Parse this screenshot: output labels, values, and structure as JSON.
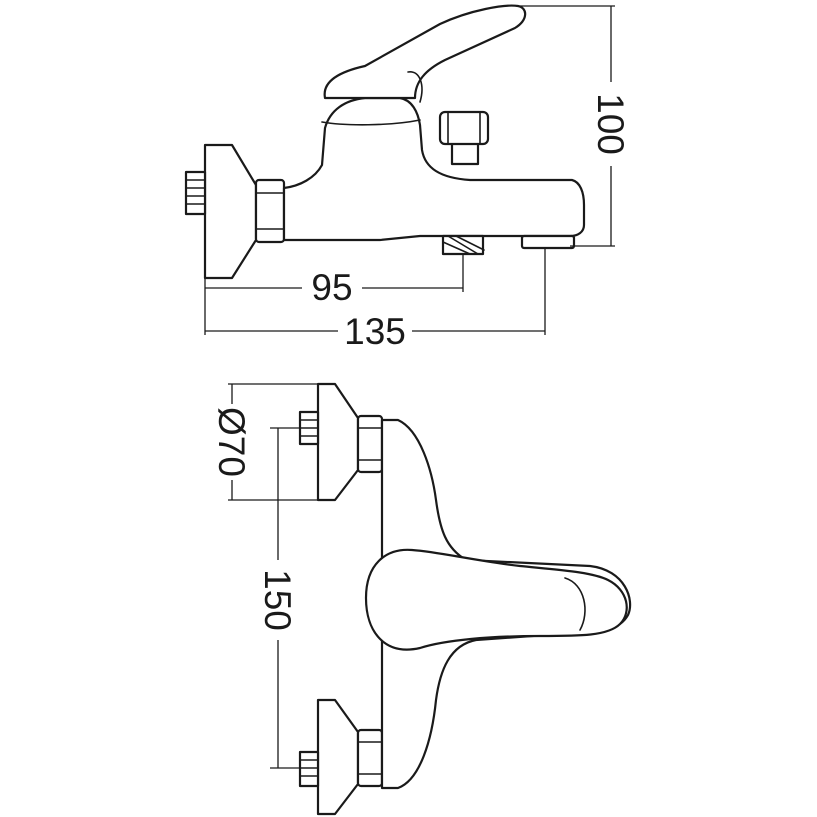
{
  "dimensions": {
    "spout_height": "100",
    "diverter_distance": "95",
    "spout_reach": "135",
    "rosette_diameter": "Ø70",
    "inlet_spacing": "150"
  },
  "colors": {
    "line": "#1a1a1a",
    "background": "#ffffff"
  }
}
